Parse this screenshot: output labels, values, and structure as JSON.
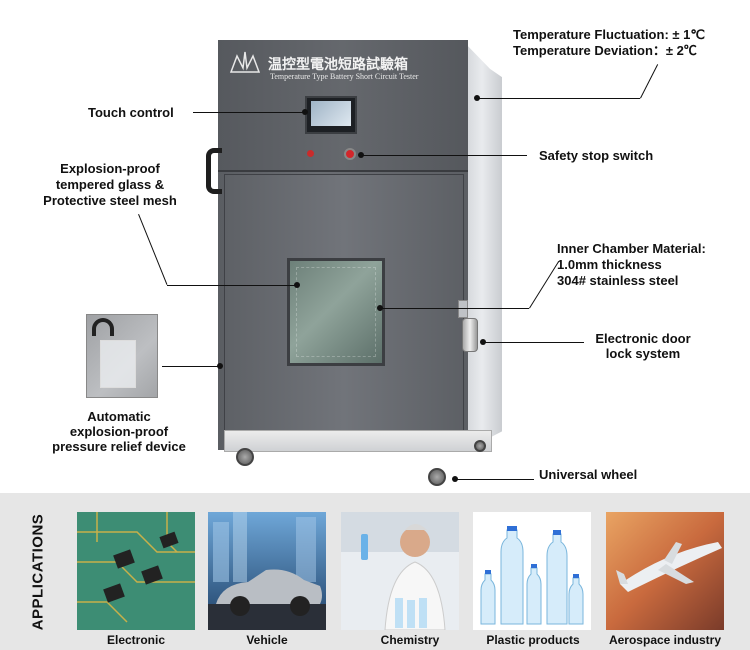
{
  "machine": {
    "title_cn": "温控型電池短路試驗箱",
    "title_en": "Temperature Type Battery Short Circuit Tester"
  },
  "callouts": {
    "temp_fluctuation": "Temperature Fluctuation: ± 1℃",
    "temp_deviation": "Temperature Deviation：± 2℃",
    "touch_control": "Touch control",
    "safety_stop": "Safety stop switch",
    "glass_line1": "Explosion-proof",
    "glass_line2": "tempered glass &",
    "glass_line3": "Protective steel mesh",
    "inner_line1": "Inner Chamber Material:",
    "inner_line2": "1.0mm thickness",
    "inner_line3": "304# stainless steel",
    "door_lock_line1": "Electronic door",
    "door_lock_line2": "lock system",
    "relief_line1": "Automatic",
    "relief_line2": "explosion-proof",
    "relief_line3": "pressure relief device",
    "wheel": "Universal wheel"
  },
  "applications": {
    "title": "APPLICATIONS",
    "items": [
      {
        "label": "Electronic"
      },
      {
        "label": "Vehicle"
      },
      {
        "label": "Chemistry"
      },
      {
        "label": "Plastic products"
      },
      {
        "label": "Aerospace industry"
      }
    ]
  }
}
